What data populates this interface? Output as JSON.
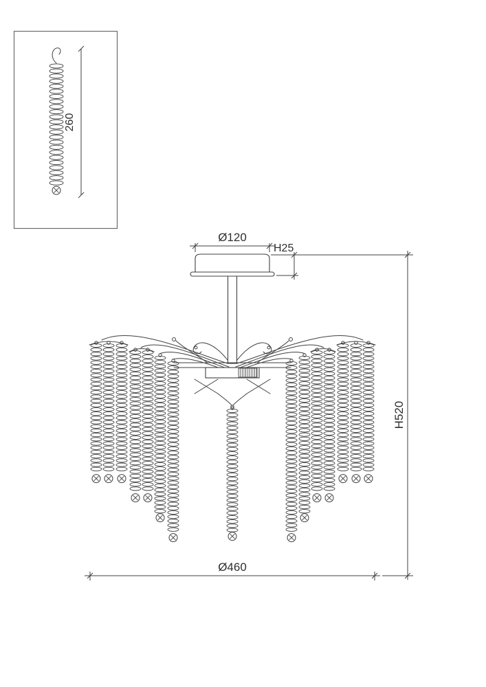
{
  "page": {
    "background": "#ffffff",
    "line_color": "#3f3f3f"
  },
  "detail_view": {
    "strand_length_label": "260"
  },
  "dimensions": {
    "canopy_diameter": "Ø120",
    "canopy_height": "H25",
    "fixture_height": "H520",
    "fixture_diameter": "Ø460"
  }
}
